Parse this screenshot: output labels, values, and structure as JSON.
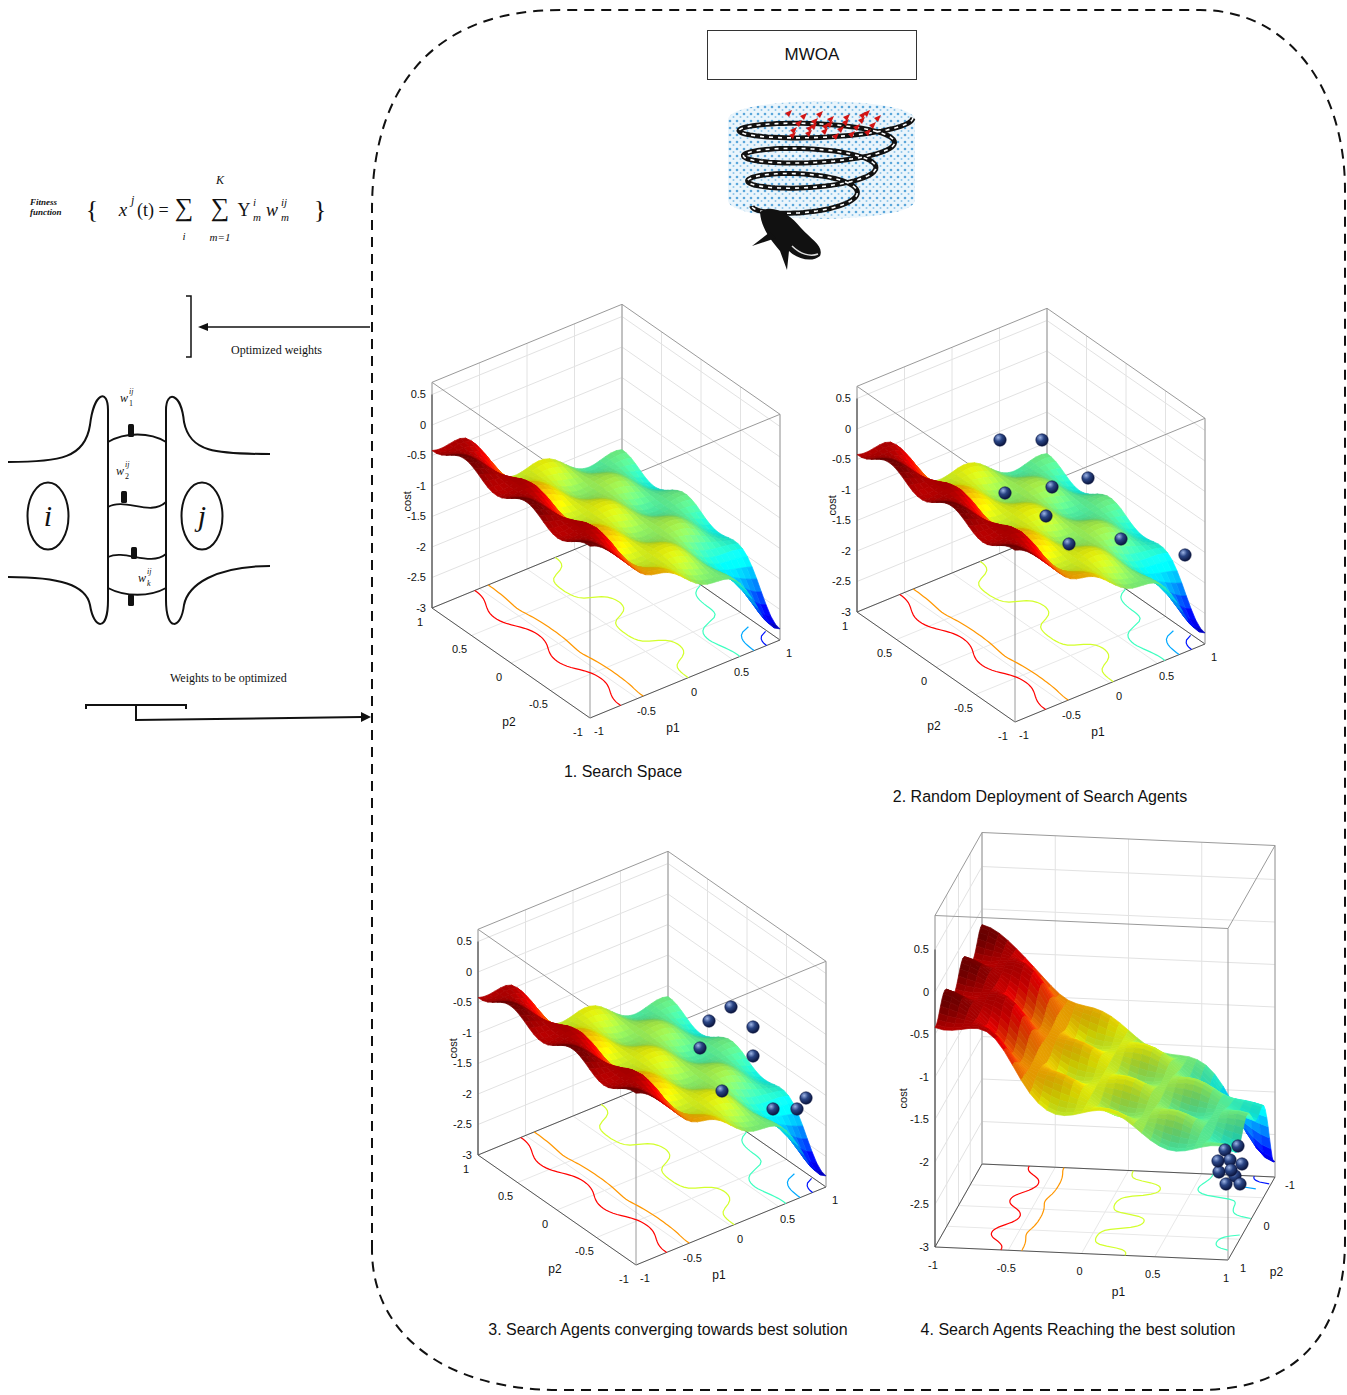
{
  "diagram": {
    "nodes": [
      {
        "text": [
          "MWOA"
        ]
      },
      {
        "text": [
          "i"
        ]
      },
      {
        "text": [
          "j"
        ]
      }
    ],
    "labels": [
      "Fitness function",
      "{",
      "x",
      "j",
      "(t) =",
      "∑",
      "i",
      "∑",
      "K",
      "m=1",
      "Y",
      "i",
      "m",
      "w",
      "ij",
      "m",
      "}",
      "Optimized weights",
      "w",
      "1",
      "ij",
      "w",
      "2",
      "ij",
      "w",
      "k",
      "ij",
      "Weights to be optimized",
      "0.5",
      "0",
      "-0.5",
      "-1",
      "-1.5",
      "-2",
      "-2.5",
      "-3",
      "cost",
      "1",
      "0.5",
      "0",
      "-0.5",
      "-1",
      "p2",
      "-1",
      "-0.5",
      "0",
      "0.5",
      "1",
      "p1",
      "1. Search Space",
      "0.5",
      "0",
      "-0.5",
      "-1",
      "-1.5",
      "-2",
      "-2.5",
      "-3",
      "cost",
      "1",
      "0.5",
      "0",
      "-0.5",
      "-1",
      "p2",
      "-1",
      "-0.5",
      "0",
      "0.5",
      "1",
      "p1",
      "2. Random Deployment of Search Agents",
      "0.5",
      "0",
      "-0.5",
      "-1",
      "-1.5",
      "-2",
      "-2.5",
      "-3",
      "cost",
      "1",
      "0.5",
      "0",
      "-0.5",
      "-1",
      "p2",
      "-1",
      "-0.5",
      "0",
      "0.5",
      "1",
      "p1",
      "3. Search Agents converging towards best solution",
      "0.5",
      "0",
      "-0.5",
      "-1",
      "-1.5",
      "-2",
      "-2.5",
      "-3",
      "cost",
      "-1",
      "-0.5",
      "0",
      "0.5",
      "1",
      "p1",
      "-1",
      "0",
      "1",
      "p2",
      "4. Search Agents Reaching the best solution"
    ]
  }
}
